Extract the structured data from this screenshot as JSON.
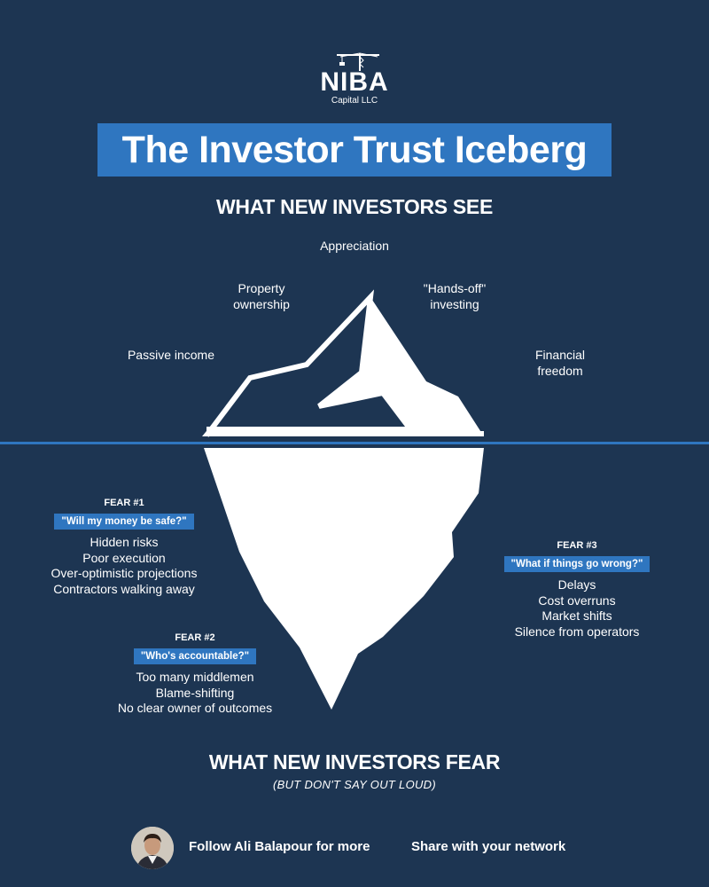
{
  "brand": {
    "logo_word": "NIBA",
    "logo_sub": "Capital LLC",
    "logo_icon": "crane-icon"
  },
  "title": "The Investor Trust Iceberg",
  "above": {
    "heading": "WHAT NEW INVESTORS SEE",
    "labels": {
      "appreciation": "Appreciation",
      "property_1": "Property",
      "property_2": "ownership",
      "handsoff_1": "\"Hands-off\"",
      "handsoff_2": "investing",
      "passive": "Passive income",
      "financial_1": "Financial",
      "financial_2": "freedom"
    }
  },
  "below": {
    "heading": "WHAT NEW INVESTORS FEAR",
    "subheading": "(BUT DON'T SAY OUT LOUD)",
    "fears": [
      {
        "number": "FEAR #1",
        "question": "\"Will my money be safe?\"",
        "items": [
          "Hidden risks",
          "Poor execution",
          "Over-optimistic projections",
          "Contractors walking away"
        ]
      },
      {
        "number": "FEAR #2",
        "question": "\"Who's accountable?\"",
        "items": [
          "Too many middlemen",
          "Blame-shifting",
          "No clear owner of outcomes"
        ]
      },
      {
        "number": "FEAR #3",
        "question": "\"What if things go wrong?\"",
        "items": [
          "Delays",
          "Cost overruns",
          "Market shifts",
          "Silence from operators"
        ]
      }
    ]
  },
  "footer": {
    "follow": "Follow Ali Balapour for more",
    "share": "Share with your network"
  },
  "colors": {
    "background": "#1d3552",
    "accent": "#2f76c0",
    "ice": "#ffffff"
  }
}
